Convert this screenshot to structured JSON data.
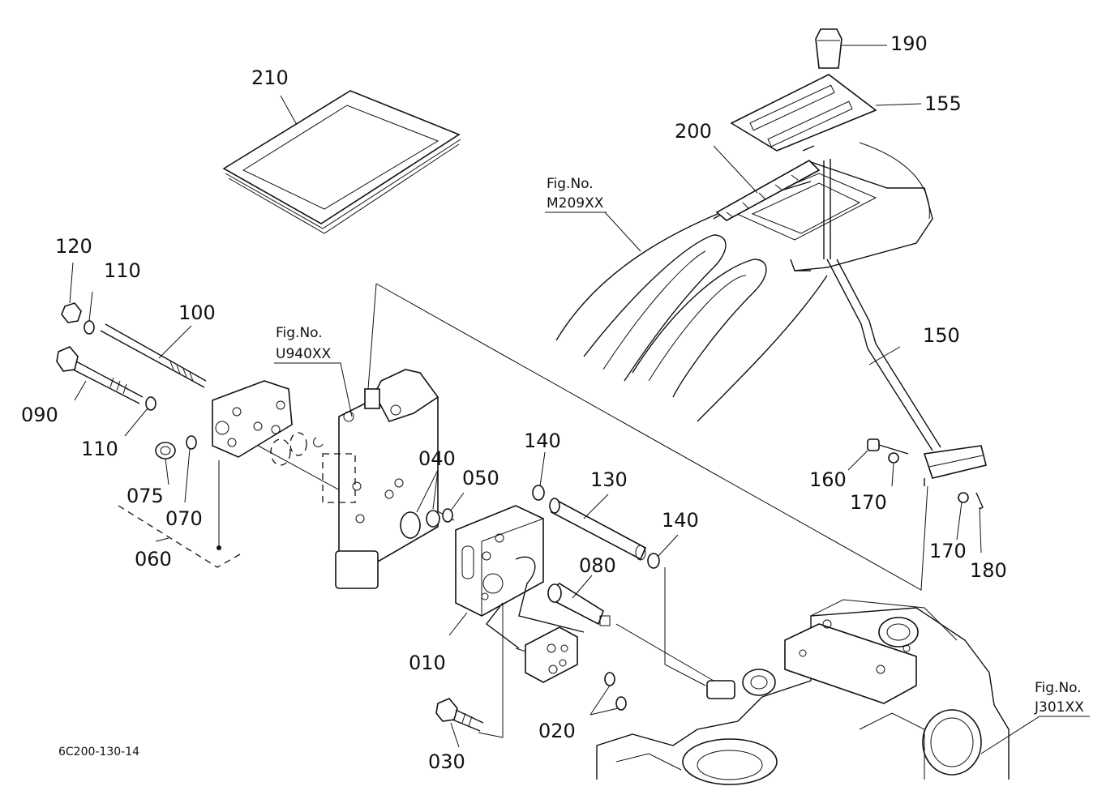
{
  "diagram": {
    "callouts": {
      "c010": "010",
      "c020": "020",
      "c030": "030",
      "c040": "040",
      "c050": "050",
      "c060": "060",
      "c070": "070",
      "c075": "075",
      "c080": "080",
      "c090": "090",
      "c100": "100",
      "c110a": "110",
      "c110b": "110",
      "c120": "120",
      "c130": "130",
      "c140a": "140",
      "c140b": "140",
      "c150": "150",
      "c155": "155",
      "c160": "160",
      "c170a": "170",
      "c170b": "170",
      "c180": "180",
      "c190": "190",
      "c200": "200",
      "c210": "210"
    },
    "figure_refs": {
      "m209_a": "Fig.No.",
      "m209_b": "M209XX",
      "u940_a": "Fig.No.",
      "u940_b": "U940XX",
      "j301_a": "Fig.No.",
      "j301_b": "J301XX"
    },
    "drawing_code": "6C200-130-14"
  }
}
